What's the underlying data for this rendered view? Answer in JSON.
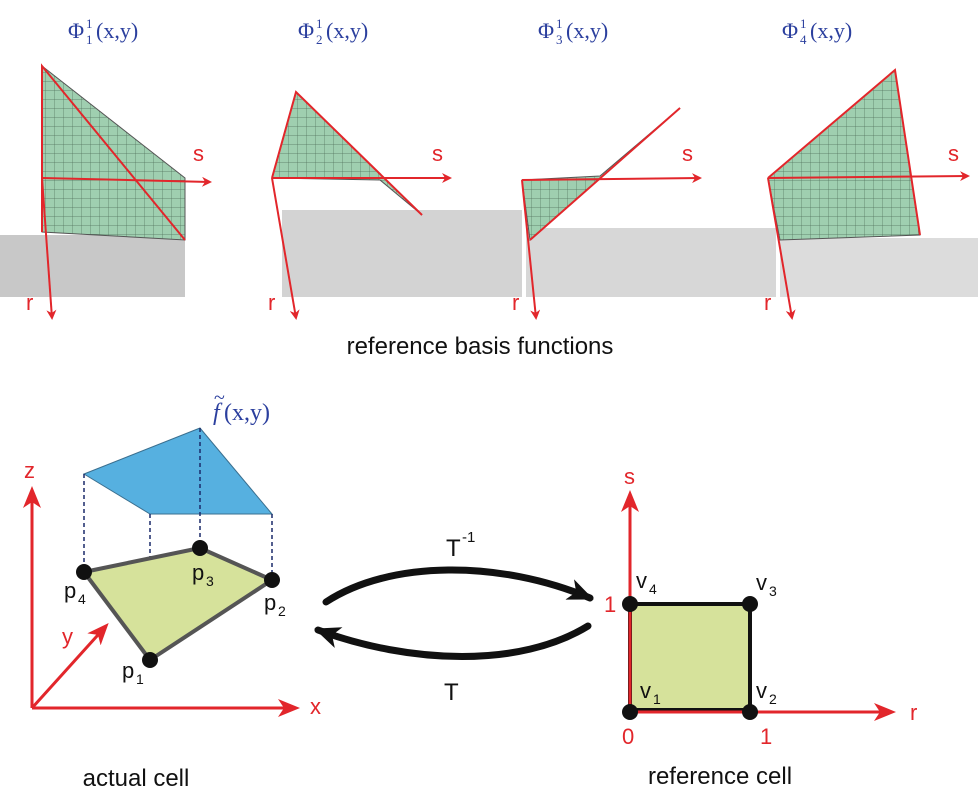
{
  "top_section": {
    "caption": "reference basis functions",
    "basis": [
      {
        "phi": "Φ",
        "sup": "1",
        "sub": "1",
        "args": "(x,y)",
        "axis_s": "s",
        "axis_r": "r"
      },
      {
        "phi": "Φ",
        "sup": "1",
        "sub": "2",
        "args": "(x,y)",
        "axis_s": "s",
        "axis_r": "r"
      },
      {
        "phi": "Φ",
        "sup": "1",
        "sub": "3",
        "args": "(x,y)",
        "axis_s": "s",
        "axis_r": "r"
      },
      {
        "phi": "Φ",
        "sup": "1",
        "sub": "4",
        "args": "(x,y)",
        "axis_s": "s",
        "axis_r": "r"
      }
    ]
  },
  "actual_cell": {
    "caption": "actual cell",
    "function_label": "f",
    "function_tilde": "~",
    "function_args": "(x,y)",
    "axes": {
      "x": "x",
      "y": "y",
      "z": "z"
    },
    "points": [
      {
        "base": "p",
        "sub": "1"
      },
      {
        "base": "p",
        "sub": "2"
      },
      {
        "base": "p",
        "sub": "3"
      },
      {
        "base": "p",
        "sub": "4"
      }
    ],
    "fill_color": "#d6e29b",
    "top_color": "#56b0e0"
  },
  "mapping": {
    "inverse_base": "T",
    "inverse_sup": "-1",
    "forward": "T"
  },
  "reference_cell": {
    "caption": "reference cell",
    "axes": {
      "r": "r",
      "s": "s"
    },
    "ticks": {
      "origin": "0",
      "r_one": "1",
      "s_one": "1"
    },
    "vertices": [
      {
        "base": "v",
        "sub": "1"
      },
      {
        "base": "v",
        "sub": "2"
      },
      {
        "base": "v",
        "sub": "3"
      },
      {
        "base": "v",
        "sub": "4"
      }
    ],
    "fill_color": "#d6e29b"
  },
  "colors": {
    "axis_red": "#e2262b",
    "surface": "#9fcfb0",
    "outline": "#555555"
  }
}
